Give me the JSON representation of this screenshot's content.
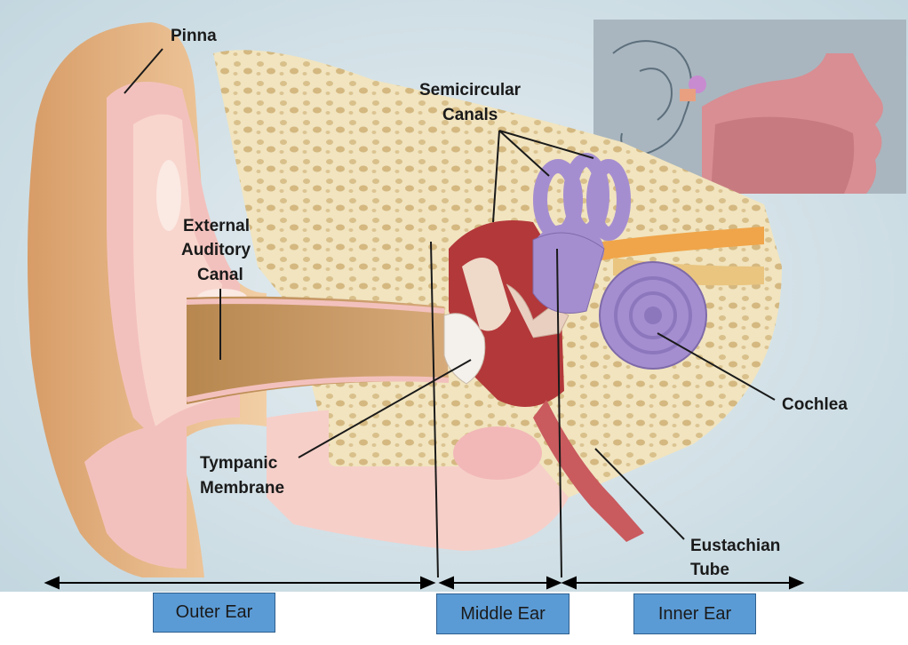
{
  "labels": {
    "pinna": "Pinna",
    "semicircular_1": "Semicircular",
    "semicircular_2": "Canals",
    "external_1": "External",
    "external_2": "Auditory",
    "external_3": "Canal",
    "cochlea": "Cochlea",
    "tympanic_1": "Tympanic",
    "tympanic_2": "Membrane",
    "eustachian_1": "Eustachian",
    "eustachian_2": "Tube"
  },
  "sections": {
    "outer": "Outer Ear",
    "middle": "Middle Ear",
    "inner": "Inner Ear"
  },
  "colors": {
    "background": "#c9dce4",
    "skin": "#e8b98c",
    "bone": "#f1e4bf",
    "flesh_pink": "#f3c1bd",
    "middle_ear_red": "#b3383a",
    "cochlea_purple": "#a58ed0",
    "section_box": "#5b9bd5"
  }
}
